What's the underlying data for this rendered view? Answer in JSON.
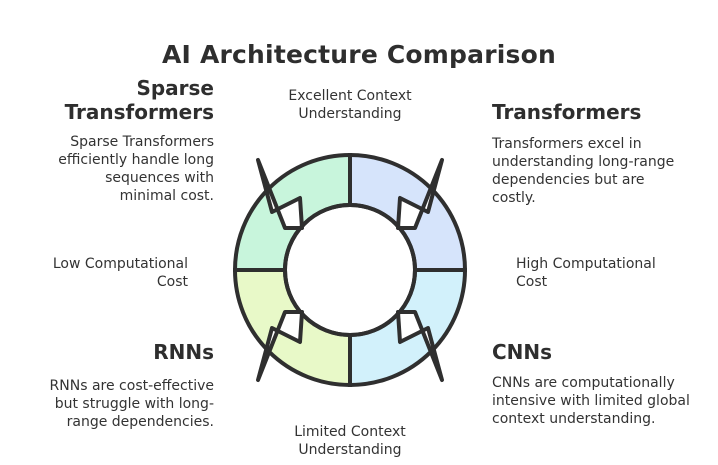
{
  "title": "AI Architecture Comparison",
  "axes": {
    "top": "Excellent Context Understanding",
    "bottom": "Limited Context Understanding",
    "left": "Low Computational Cost",
    "right": "High Computational Cost"
  },
  "quadrants": {
    "top_left": {
      "name": "Sparse Transformers",
      "description": "Sparse Transformers efficiently handle long sequences with minimal cost.",
      "color": "#c8f5dc"
    },
    "top_right": {
      "name": "Transformers",
      "description": "Transformers excel in understanding long-range dependencies but are costly.",
      "color": "#d6e4fb"
    },
    "bottom_left": {
      "name": "RNNs",
      "description": "RNNs are cost-effective but struggle with long-range dependencies.",
      "color": "#e8f9c8"
    },
    "bottom_right": {
      "name": "CNNs",
      "description": "CNNs are computationally intensive with limited global context understanding.",
      "color": "#d2f1fb"
    }
  }
}
